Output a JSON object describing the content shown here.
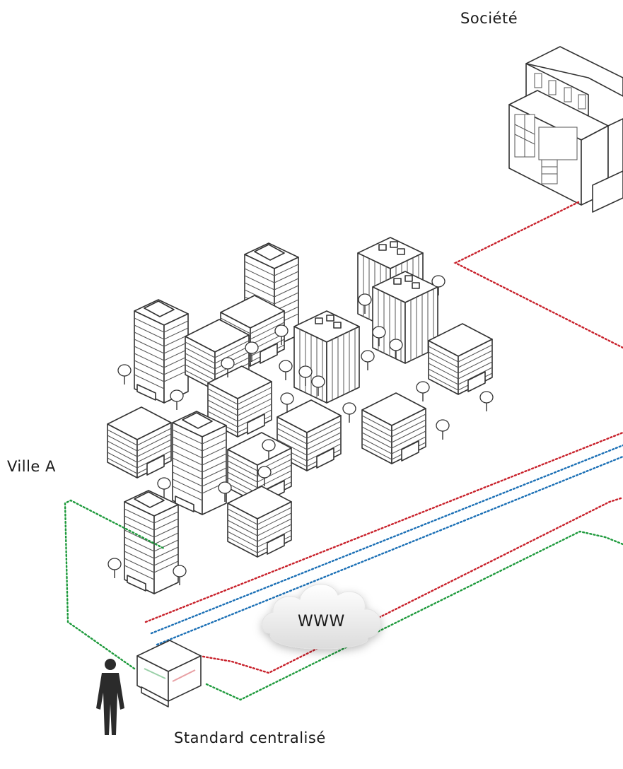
{
  "labels": {
    "company": "Société",
    "city": "Ville A",
    "pbx": "Standard centralisé",
    "internet": "WWW"
  },
  "colors": {
    "red": "#c8202a",
    "blue": "#1a6fb5",
    "green": "#1e9a3c",
    "outline": "#333333"
  },
  "icons": [
    "company-building-icon",
    "office-tower-icon",
    "tree-icon",
    "cloud-icon",
    "pbx-device-icon",
    "person-icon"
  ]
}
